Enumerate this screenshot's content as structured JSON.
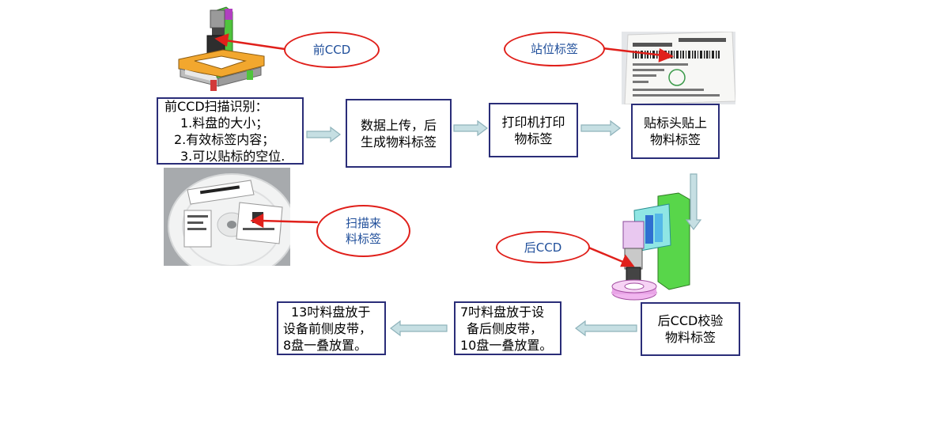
{
  "boxes": {
    "front_ccd_scan": {
      "lines": [
        "前CCD扫描识别：",
        "1.料盘的大小；",
        "2.有效标签内容；",
        "3.可以贴标的空位."
      ]
    },
    "upload_data": {
      "lines": [
        "数据上传，后",
        "生成物料标签"
      ]
    },
    "printer_print": {
      "lines": [
        "打印机打印",
        "物标签"
      ]
    },
    "label_head": {
      "lines": [
        "贴标头贴上",
        "物料标签"
      ]
    },
    "rear_ccd_verify": {
      "lines": [
        "后CCD校验",
        "物料标签"
      ]
    },
    "reel_7inch": {
      "lines": [
        "7吋料盘放于设",
        "备后侧皮带，",
        "10盘一叠放置。"
      ]
    },
    "reel_13inch": {
      "lines": [
        "13吋料盘放于",
        "设备前侧皮带，",
        "8盘一叠放置。"
      ]
    }
  },
  "callouts": {
    "front_ccd": {
      "lines": [
        "前CCD"
      ]
    },
    "station_label": {
      "lines": [
        "站位标签"
      ]
    },
    "scan_material_label": {
      "lines": [
        "扫描来",
        "料标签"
      ]
    },
    "rear_ccd": {
      "lines": [
        "后CCD"
      ]
    }
  },
  "colors": {
    "box_border": "#2a2d78",
    "ellipse_border": "#e0201b",
    "ellipse_text": "#1f4e9a",
    "flow_arrow_fill": "#c6dfe3",
    "flow_arrow_stroke": "#8fb3bb",
    "pointer_arrow": "#e0201b"
  }
}
